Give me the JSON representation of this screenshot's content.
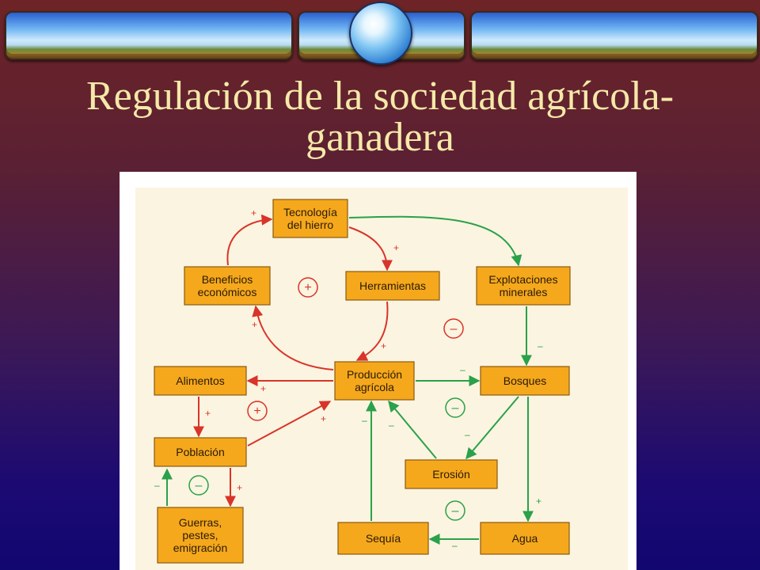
{
  "title": "Regulación de la sociedad agrícola-ganadera",
  "title_lines": [
    "Regulación de la sociedad agrícola-",
    "ganadera"
  ],
  "colors": {
    "node_fill": "#f5a81c",
    "positive_edge": "#d8342a",
    "negative_edge": "#2aa14a",
    "title_text": "#f5e9a8"
  },
  "nodes": [
    {
      "id": "tecnologia",
      "lines": [
        "Tecnología",
        "del hierro"
      ]
    },
    {
      "id": "beneficios",
      "lines": [
        "Beneficios",
        "económicos"
      ]
    },
    {
      "id": "herramientas",
      "lines": [
        "Herramientas"
      ]
    },
    {
      "id": "explotaciones",
      "lines": [
        "Explotaciones",
        "minerales"
      ]
    },
    {
      "id": "alimentos",
      "lines": [
        "Alimentos"
      ]
    },
    {
      "id": "produccion",
      "lines": [
        "Producción",
        "agrícola"
      ]
    },
    {
      "id": "bosques",
      "lines": [
        "Bosques"
      ]
    },
    {
      "id": "poblacion",
      "lines": [
        "Población"
      ]
    },
    {
      "id": "erosion",
      "lines": [
        "Erosión"
      ]
    },
    {
      "id": "guerras",
      "lines": [
        "Guerras,",
        "pestes,",
        "emigración"
      ]
    },
    {
      "id": "sequia",
      "lines": [
        "Sequía"
      ]
    },
    {
      "id": "agua",
      "lines": [
        "Agua"
      ]
    }
  ],
  "edges": [
    {
      "from": "beneficios",
      "to": "tecnologia",
      "sign": "+",
      "type": "positive"
    },
    {
      "from": "tecnologia",
      "to": "herramientas",
      "sign": "+",
      "type": "positive"
    },
    {
      "from": "tecnologia",
      "to": "explotaciones",
      "sign": "",
      "type": "negative"
    },
    {
      "from": "herramientas",
      "to": "produccion",
      "sign": "+",
      "type": "positive"
    },
    {
      "from": "produccion",
      "to": "beneficios",
      "sign": "+",
      "type": "positive"
    },
    {
      "from": "produccion",
      "to": "alimentos",
      "sign": "+",
      "type": "positive"
    },
    {
      "from": "alimentos",
      "to": "poblacion",
      "sign": "+",
      "type": "positive"
    },
    {
      "from": "poblacion",
      "to": "produccion",
      "sign": "+",
      "type": "positive"
    },
    {
      "from": "poblacion",
      "to": "guerras",
      "sign": "+",
      "type": "positive"
    },
    {
      "from": "guerras",
      "to": "poblacion",
      "sign": "–",
      "type": "negative"
    },
    {
      "from": "explotaciones",
      "to": "bosques",
      "sign": "–",
      "type": "negative"
    },
    {
      "from": "produccion",
      "to": "bosques",
      "sign": "–",
      "type": "negative"
    },
    {
      "from": "bosques",
      "to": "erosion",
      "sign": "–",
      "type": "negative"
    },
    {
      "from": "erosion",
      "to": "produccion",
      "sign": "–",
      "type": "negative"
    },
    {
      "from": "bosques",
      "to": "agua",
      "sign": "+",
      "type": "negative"
    },
    {
      "from": "agua",
      "to": "sequia",
      "sign": "–",
      "type": "negative"
    },
    {
      "from": "sequia",
      "to": "produccion",
      "sign": "–",
      "type": "negative"
    }
  ],
  "loop_markers": [
    {
      "sign": "+",
      "type": "positive"
    },
    {
      "sign": "+",
      "type": "positive"
    },
    {
      "sign": "–",
      "type": "positive"
    },
    {
      "sign": "–",
      "type": "negative"
    },
    {
      "sign": "–",
      "type": "negative"
    },
    {
      "sign": "–",
      "type": "negative"
    }
  ]
}
